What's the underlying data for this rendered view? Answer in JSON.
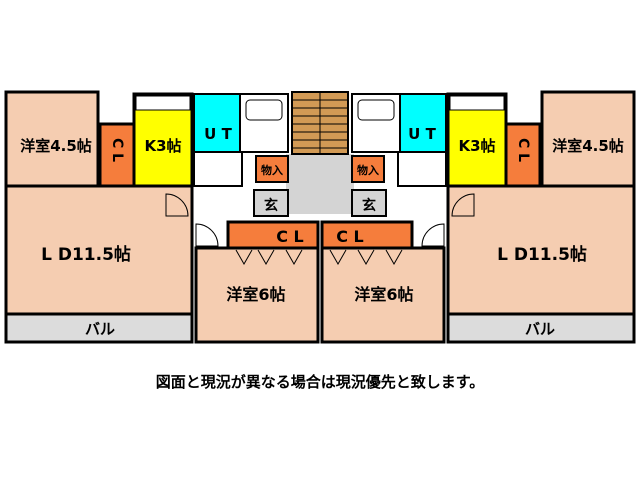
{
  "rooms": {
    "western_left_small": "洋室4.5帖",
    "western_right_small": "洋室4.5帖",
    "kitchen_left": "K3帖",
    "kitchen_right": "K3帖",
    "closet_left_outer": "C L",
    "closet_right_outer": "C L",
    "ut_left": "U T",
    "ut_right": "U T",
    "storage_left": "物入",
    "storage_right": "物入",
    "entrance_left": "玄",
    "entrance_right": "玄",
    "closet_left_center": "C L",
    "closet_right_center": "C L",
    "ld_left": "L D11.5帖",
    "ld_right": "L D11.5帖",
    "western_left_6": "洋室6帖",
    "western_right_6": "洋室6帖",
    "balcony_left": "バル",
    "balcony_right": "バル"
  },
  "colors": {
    "room": "#f5cdb1",
    "kitchen": "#ffff00",
    "closet": "#f57d3c",
    "bath": "#00ffff",
    "wall": "#000000",
    "balcony": "#dcdcdc",
    "hall": "#d4d4d4",
    "stair": "#d29a55"
  },
  "caption": "図面と現況が異なる場合は現況優先と致します。"
}
